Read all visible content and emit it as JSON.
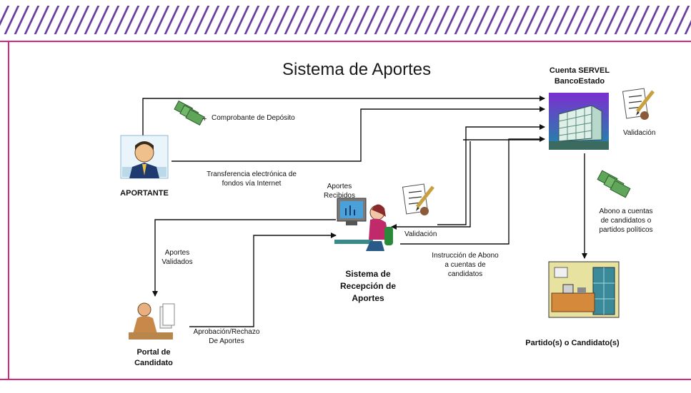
{
  "title": "Sistema de Aportes",
  "colors": {
    "frame": "#d4287a",
    "arrow": "#111111",
    "hatch": "#6a3fa0"
  },
  "nodes": {
    "aportante": "APORTANTE",
    "cuenta_line1": "Cuenta SERVEL",
    "cuenta_line2": "BancoEstado",
    "sistema_line1": "Sistema de",
    "sistema_line2": "Recepción de",
    "sistema_line3": "Aportes",
    "portal_line1": "Portal de",
    "portal_line2": "Candidato",
    "partido": "Partido(s) o Candidato(s)"
  },
  "labels": {
    "comprobante": "Comprobante de Depósito",
    "transferencia_line1": "Transferencia electrónica de",
    "transferencia_line2": "fondos vía Internet",
    "aportes_recibidos_line1": "Aportes",
    "aportes_recibidos_line2": "Recibidos",
    "validacion_top": "Validación",
    "validacion_mid": "Validación",
    "abono_line1": "Abono a cuentas",
    "abono_line2": "de candidatos o",
    "abono_line3": "partidos políticos",
    "aportes_validados_line1": "Aportes",
    "aportes_validados_line2": "Validados",
    "instruccion_line1": "Instrucción de Abono",
    "instruccion_line2": "a cuentas de",
    "instruccion_line3": "candidatos",
    "aprobacion_line1": "Aprobación/Rechazo",
    "aprobacion_line2": "De Aportes",
    "plus": "+"
  },
  "icons": [
    "hatch-band",
    "money-icon",
    "businessman-icon",
    "bank-building-icon",
    "validation-checklist-icon",
    "computer-user-icon",
    "office-worker-icon",
    "office-desk-icon"
  ]
}
